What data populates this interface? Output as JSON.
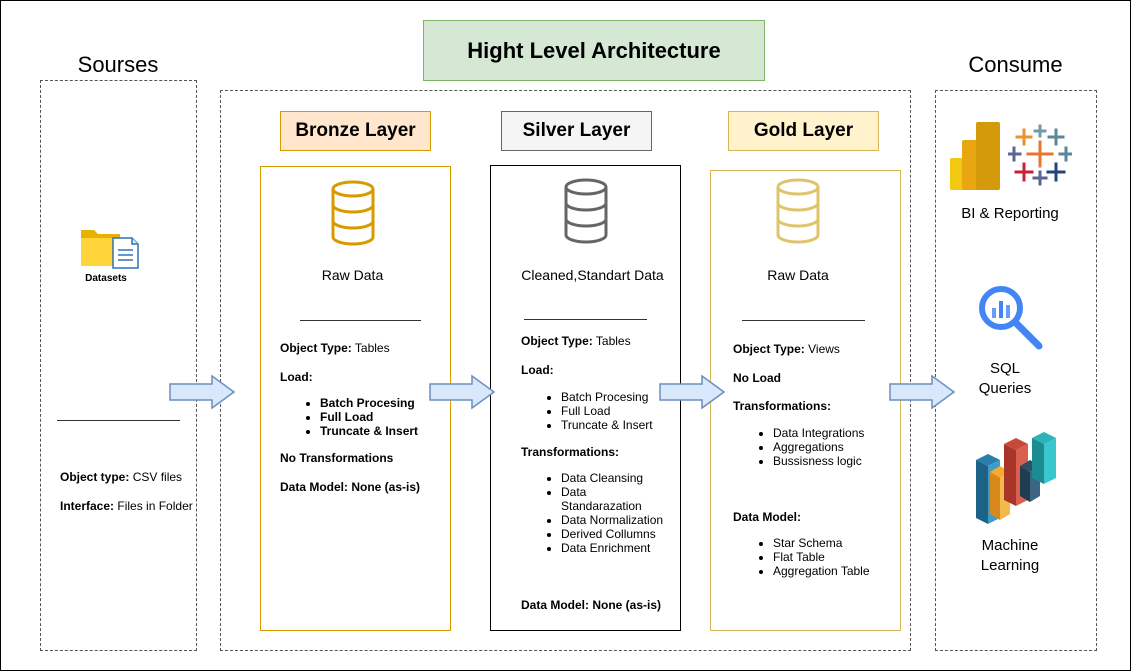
{
  "title": "Hight Level Architecture",
  "sources": {
    "heading": "Sourses",
    "dataset_label": "Datasets",
    "object_type_label": "Object type:",
    "object_type_value": "CSV files",
    "interface_label": "Interface:",
    "interface_value": "Files in Folder"
  },
  "bronze": {
    "title": "Bronze Layer",
    "subtitle": "Raw Data",
    "object_type_label": "Object Type:",
    "object_type_value": "Tables",
    "load_label": "Load:",
    "load_items": [
      "Batch Procesing",
      "Full Load",
      "Truncate & Insert"
    ],
    "transformations": "No Transformations",
    "data_model": "Data Model: None (as-is)"
  },
  "silver": {
    "title": "Silver Layer",
    "subtitle": "Cleaned,Standart Data",
    "object_type_label": "Object Type:",
    "object_type_value": "Tables",
    "load_label": "Load:",
    "load_items": [
      "Batch Procesing",
      "Full Load",
      "Truncate & Insert"
    ],
    "transformations_label": "Transformations:",
    "transformation_items": [
      "Data Cleansing",
      "Data Standarazation",
      "Data Normalization",
      "Derived Collumns",
      "Data Enrichment"
    ],
    "data_model": "Data Model: None (as-is)"
  },
  "gold": {
    "title": "Gold Layer",
    "subtitle": "Raw Data",
    "object_type_label": "Object Type:",
    "object_type_value": "Views",
    "load": "No Load",
    "transformations_label": "Transformations:",
    "transformation_items": [
      "Data Integrations",
      "Aggregations",
      "Bussisness logic"
    ],
    "data_model_label": "Data Model:",
    "data_model_items": [
      "Star Schema",
      "Flat Table",
      "Aggregation Table"
    ]
  },
  "consume": {
    "heading": "Consume",
    "bi": "BI & Reporting",
    "sql_line1": "SQL",
    "sql_line2": "Queries",
    "ml_line1": "Machine",
    "ml_line2": "Learning"
  },
  "colors": {
    "title_fill": "#d5e8d4",
    "bronze_fill": "#ffe6cc",
    "bronze_border": "#d79b00",
    "silver_fill": "#f5f5f5",
    "gold_fill": "#fff2cc",
    "gold_border": "#d6b656",
    "arrow_fill": "#dae8fc",
    "arrow_stroke": "#6c8ebf"
  }
}
